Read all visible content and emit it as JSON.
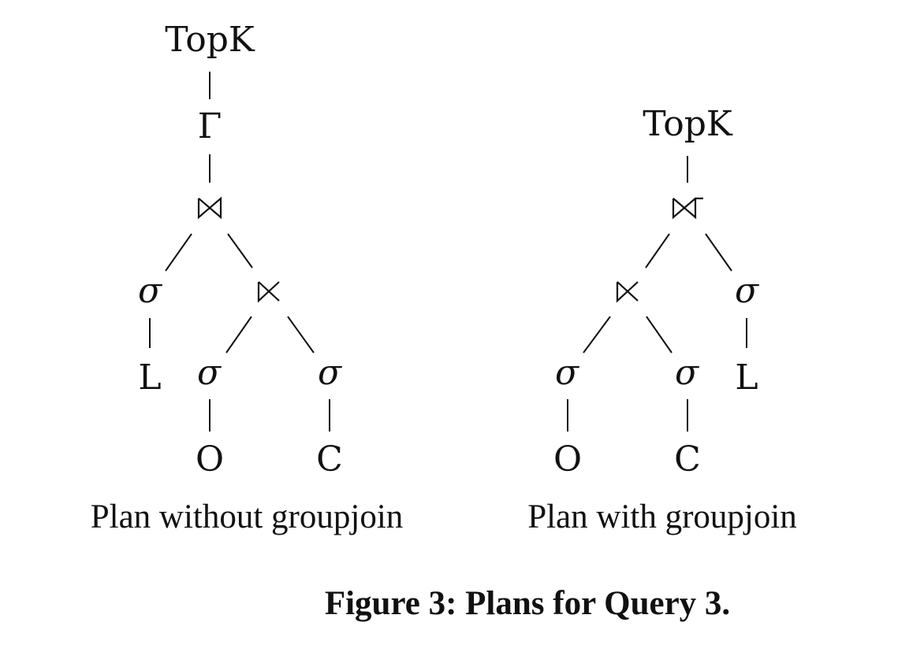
{
  "plans": [
    {
      "caption": "Plan without groupjoin",
      "nodes": {
        "topk": "TopK",
        "gamma": "Γ",
        "sigma_l": "σ",
        "l": "L",
        "sigma_o": "σ",
        "o": "O",
        "sigma_c": "σ",
        "c": "C"
      },
      "icons": [
        "join-icon",
        "semijoin-icon"
      ]
    },
    {
      "caption": "Plan with groupjoin",
      "nodes": {
        "topk": "TopK",
        "sigma_l": "σ",
        "l": "L",
        "sigma_o": "σ",
        "o": "O",
        "sigma_c": "σ",
        "c": "C"
      },
      "icons": [
        "groupjoin-icon",
        "semijoin-icon"
      ]
    }
  ],
  "figure_caption": "Figure 3: Plans for Query 3."
}
